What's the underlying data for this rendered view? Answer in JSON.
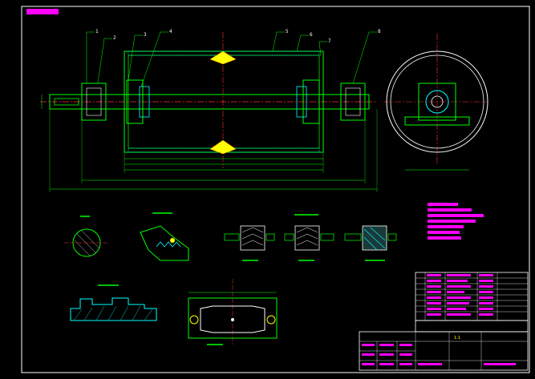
{
  "drawing": {
    "corner_stamp": "",
    "main_view": {
      "part_labels": [
        "1",
        "2",
        "3",
        "4",
        "5",
        "6",
        "7",
        "8"
      ],
      "dimensions": [
        "",
        "",
        "",
        "",
        ""
      ]
    },
    "side_view": {
      "label": ""
    },
    "details": {
      "section_labels": [
        "",
        "",
        "",
        "",
        "",
        "",
        ""
      ]
    },
    "title_block": {
      "title": "",
      "scale": "1:1",
      "sheet": "",
      "drawing_no": ""
    },
    "colors": {
      "outline": "#00ff00",
      "frame": "#ffffff",
      "center_line": "#ff3030",
      "dimension": "#00ffff",
      "hatch": "#00ffff",
      "highlight": "#ffff00",
      "notes_bar": "#ff00ff"
    }
  }
}
